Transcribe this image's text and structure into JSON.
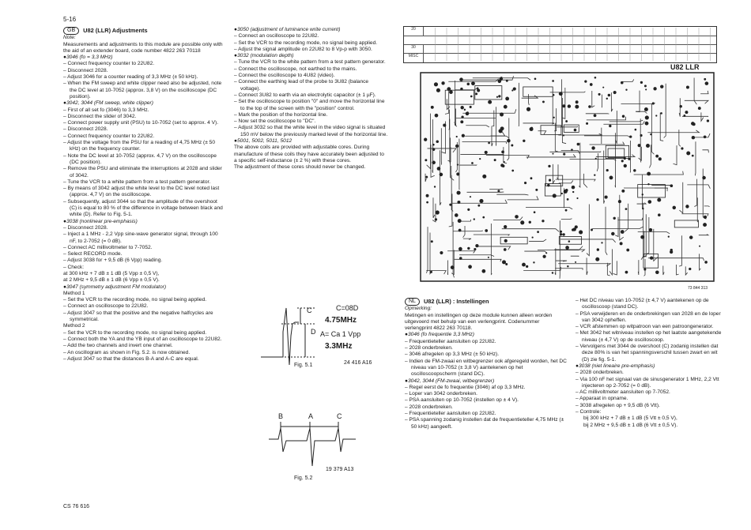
{
  "page": {
    "number": "5-16",
    "footer": "CS 76 616"
  },
  "en": {
    "lang": "GB",
    "title": "U82 (LLR)   Adjustments",
    "note_label": "Note:",
    "note": "Measurements and adjustments to this module are possible only with the aid of an extender board, code number 4822 263 70118",
    "sections": [
      {
        "title": "3046 (fo = 3,3 MHz)",
        "items": [
          "Connect frequency counter to 22U82.",
          "Disconnect 2028.",
          "Adjust 3046 for a counter reading of 3,3 MHz (± 50 kHz).",
          "When the FM sweep and white clipper need also be adjusted, note the DC level at 10-7052 (approx. 3,8 V) on the oscilloscope (DC position)."
        ]
      },
      {
        "title": "3042, 3044 (FM sweep, white clipper)",
        "items": [
          "First of all set fo (3046) to 3,3 MHz.",
          "Disconnect the slider of 3042.",
          "Connect power supply unit (PSU) to 10-7052 (set to approx. 4 V).",
          "Disconnect 2028.",
          "Connect frequency counter to 22U82.",
          "Adjust the voltage from the PSU for a reading of 4,75 MHz (± 50 kHz) on the frequency counter.",
          "Note the DC level at 10-7052 (approx. 4,7 V) on the oscilloscope (DC position).",
          "Remove the PSU and eliminate the interruptions at 2028 and slider of 3042.",
          "Tune the VCR to a white pattern from a test pattern generator.",
          "By means of 3042 adjust the white level to the DC level noted last (approx. 4,7 V) on the oscilloscope.",
          "Subsequently, adjust 3044 so that the amplitude of the overshoot (C) is equal to 80 % of the difference in voltage between black and white (D). Refer to Fig. 5-1."
        ]
      },
      {
        "title": "3038 (nonlinear pre-emphasis)",
        "items": [
          "Disconnect 2028.",
          "Inject a 1 MHz - 2,2 Vpp sine-wave generator signal, through 100 nF, to 2-7052 (= 0 dB).",
          "Connect AC millivoltmeter to 7-7052.",
          "Select RECORD mode.",
          "Adjust 3038 for + 9,5 dB (6 Vpp) reading.",
          "Check:"
        ],
        "extra": [
          "at 300 kHz   + 7   dB ± 1 dB (5 Vpp ± 0,5 V),",
          "at   2 MHz   + 9,5 dB ± 1 dB (6 Vpp ± 0,5 V)."
        ]
      },
      {
        "title": "3047 (symmetry adjustment FM modulator)",
        "sub": "Method 1",
        "items": [
          "Set the VCR to the recording mode, no signal being applied.",
          "Connect an oscilloscope to 22U82.",
          "Adjust 3047 so that the positive and the negative halfcycles are symmetrical."
        ],
        "sub2": "Method 2",
        "items2": [
          "Set the VCR to the recording mode, no signal being applied.",
          "Connect both the YA and the YB input of an oscilloscope to 22U82.",
          "Add the two channels and invert one channel.",
          "An oscillogram as shown in Fig. 5.2. is now obtained.",
          "Adjust 3047 so that the distances B-A and A-C are equal."
        ]
      }
    ],
    "sections_col2": [
      {
        "title": "3050 (adjustment of luminance write current)",
        "items": [
          "Connect an oscilloscope to 22U82.",
          "Set the VCR to the recording mode, no signal being applied.",
          "Adjust the signal amplitude on 22U82 to 8 Vp-p with 3050."
        ]
      },
      {
        "title": "3032 (modulation depth)",
        "items": [
          "Tune the VCR to the white pattern from a test pattern generator.",
          "Connect the oscilloscope, not earthed to the mains.",
          "Connect the oscilloscope to 4U82 (video).",
          "Connect the earthing lead of the probe to 3U82 (balance voltage).",
          "Connect 3U82 to earth via an electrolytic capacitor (± 1 µF).",
          "Set the oscilloscope to position \"0\" and move the horizontal line to the top of the screen with the \"position\" control.",
          "Mark the position of the horizontal line.",
          "Now set the oscilloscope to \"DC\".",
          "Adjust 3032 so that the white level in the video signal is situated 150 mV below the previously marked level of the horizontal line."
        ]
      },
      {
        "title": "5001, 5002, 5011, 5012",
        "text": "The above coils are provided with adjustable cores. During manufacture of these coils they have accurately been adjusted to a specific self-inductance (± 2 %) with these cores.",
        "text2": "The adjustment of these cores should never be changed."
      }
    ]
  },
  "fig1": {
    "c_label": "C",
    "d_label": "D",
    "c_val": "C=08D",
    "f1": "4.75MHz",
    "a_val": "A= Ca 1 Vpp",
    "f2": "3.3MHz",
    "caption": "Fig. 5.1",
    "code": "24 416 A16"
  },
  "fig2": {
    "b": "B",
    "a": "A",
    "c": "C",
    "caption": "Fig. 5.2",
    "code": "19 379 A13"
  },
  "board": {
    "label": "U82 LLR",
    "code": "73 844 313",
    "rows": [
      "20",
      "30",
      "MISC"
    ]
  },
  "nl": {
    "lang": "NL",
    "title": "U82 (LLR) :   Instellingen",
    "note_label": "Opmerking:",
    "note": "Metingen en instellingen op deze module kunnen alleen worden uitgevoerd met behulp van een verlengprint. Codenummer verlengprint 4822 263 70118.",
    "s1_title": "3046 (fo frequentie 3,3 MHz)",
    "s1": [
      "Frequentieteller aansluiten op 22U82.",
      "2028 onderbreken.",
      "3046 afregelen op 3,3 MHz (± 50 kHz).",
      "Indien de FM-zwaai en witbegrenzer ook afgeregeld worden, het DC niveau van 10-7052 (± 3,8 V) aantekenen op het oscilloscoopscherm (stand DC)."
    ],
    "s2_title": "3042, 3044 (FM-zwaai, witbegrenzer)",
    "s2": [
      "Regel eerst de fo frequentie (3046) af op 3,3 MHz.",
      "Loper van 3042 onderbreken.",
      "PSA aansluiten op 10-7052 (instellen op ± 4 V).",
      "2028 onderbreken.",
      "Frequentieteller aansluiten op 22U82.",
      "PSA spanning zodanig instellen dat de frequentieteller 4,75 MHz (± 50 kHz) aangeeft."
    ],
    "s2b": [
      "Het DC niveau van 10-7052 (± 4,7 V) aantekenen op de oscilloscoop (stand DC).",
      "PSA verwijderen en de onderbrekingen van 2028 en de loper van 3042 opheffen.",
      "VCR afstemmen op witpatroon van een patroongenerator.",
      "Met 3042 het witniveau instellen op het laatste aangetekende niveau (± 4,7 V) op de oscilloscoop.",
      "Vervolgens met 3044 de overshoot (C) zodanig instellen dat deze 80% is van het spanningsverschil tussen zwart en wit (D) zie fig. 5-1."
    ],
    "s3_title": "3038 (niet lineaire pre-emphasis)",
    "s3": [
      "2028 onderbreken.",
      "Via 100 nF het signaal van de sinusgenerator 1 MHz, 2,2 Vtt injecteren op 2-7052 (= 0 dB).",
      "AC millivoltmeter aansluiten op 7-7052.",
      "Apparaat in opname.",
      "3038 afregelen op + 9,5 dB (6 Vtt).",
      "Controle:"
    ],
    "s3x": [
      "bij 300 kHz   + 7   dB ± 1 dB (5 Vtt ± 0,5 V),",
      "bij   2 MHz   + 9,5 dB ± 1 dB (6 Vtt ± 0,5 V)."
    ]
  }
}
